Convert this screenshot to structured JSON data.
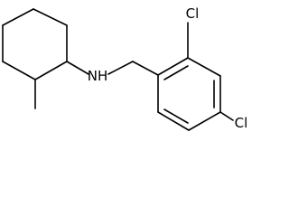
{
  "molecule": {
    "atoms": {
      "amine": "NH",
      "chlorine_top": "Cl",
      "chlorine_right": "Cl"
    }
  }
}
